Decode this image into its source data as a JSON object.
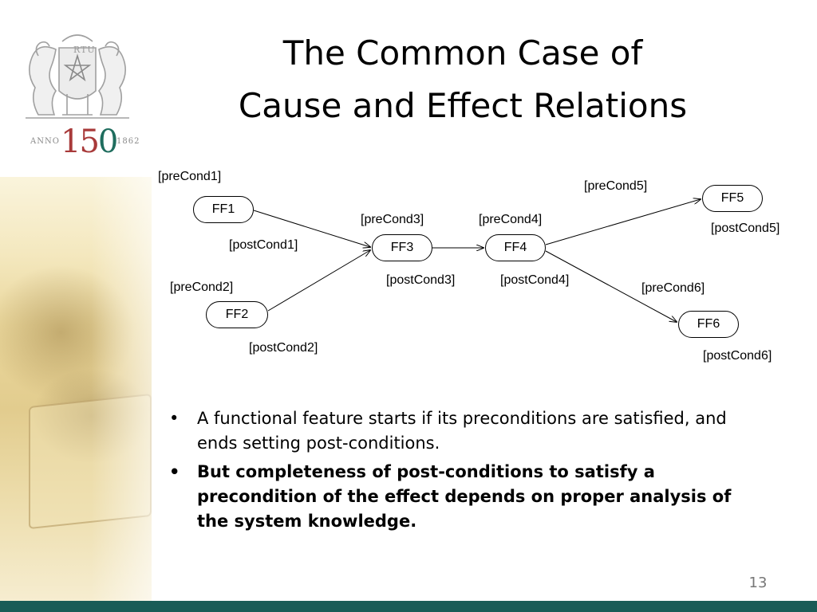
{
  "title": {
    "line1": "The Common Case of",
    "line2": "Cause and Effect Relations"
  },
  "logo": {
    "top_text": "RTU",
    "anno": "ANNO",
    "number_1": "1",
    "number_5": "5",
    "number_0": "0",
    "year": "1862"
  },
  "diagram": {
    "nodes": {
      "ff1": "FF1",
      "ff2": "FF2",
      "ff3": "FF3",
      "ff4": "FF4",
      "ff5": "FF5",
      "ff6": "FF6"
    },
    "labels": {
      "precond1": "[preCond1]",
      "postcond1": "[postCond1]",
      "precond2": "[preCond2]",
      "postcond2": "[postCond2]",
      "precond3": "[preCond3]",
      "postcond3": "[postCond3]",
      "precond4": "[preCond4]",
      "postcond4": "[postCond4]",
      "precond5": "[preCond5]",
      "postcond5": "[postCond5]",
      "precond6": "[preCond6]",
      "postcond6": "[postCond6]"
    }
  },
  "bullets": [
    {
      "marker": "•",
      "text": "A functional feature starts if its preconditions are satisfied, and ends setting post-conditions."
    },
    {
      "marker": "•",
      "text": "But completeness of post-conditions to satisfy a precondition of the effect depends on proper analysis of the system knowledge."
    }
  ],
  "page_number": "13",
  "colors": {
    "bottom_bar": "#195c57",
    "logo_red": "#a83a3a",
    "logo_green": "#1f6d5e"
  }
}
